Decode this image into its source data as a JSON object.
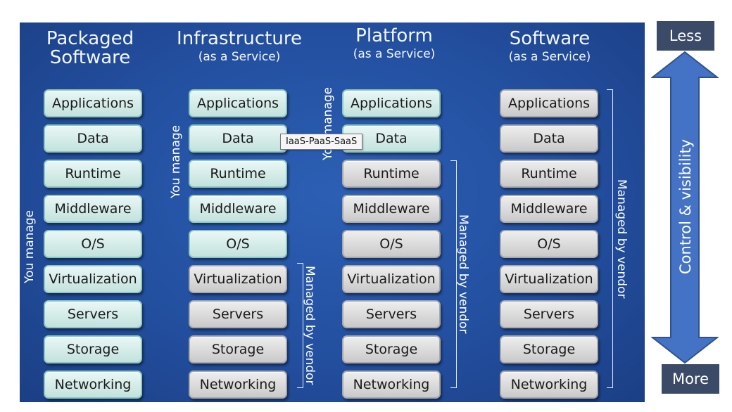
{
  "columns": [
    {
      "title": "Packaged",
      "title2": "Software",
      "subtitle": ""
    },
    {
      "title": "Infrastructure",
      "title2": "",
      "subtitle": "(as a Service)"
    },
    {
      "title": "Platform",
      "title2": "",
      "subtitle": "(as a Service)"
    },
    {
      "title": "Software",
      "title2": "",
      "subtitle": "(as a Service)"
    }
  ],
  "layers": [
    "Applications",
    "Data",
    "Runtime",
    "Middleware",
    "O/S",
    "Virtualization",
    "Servers",
    "Storage",
    "Networking"
  ],
  "labels": {
    "you_manage": "You manage",
    "managed_by_vendor": "Managed by vendor"
  },
  "tooltip": "IaaS-PaaS-SaaS",
  "scale": {
    "top": "Less",
    "bottom": "More",
    "axis": "Control & visibility"
  },
  "colors": {
    "panel": "#234f9f",
    "user_managed": "#c3e2dd",
    "vendor_managed": "#c9c9c9",
    "arrow": "#4472c4",
    "scale_box": "#3b4a66"
  }
}
